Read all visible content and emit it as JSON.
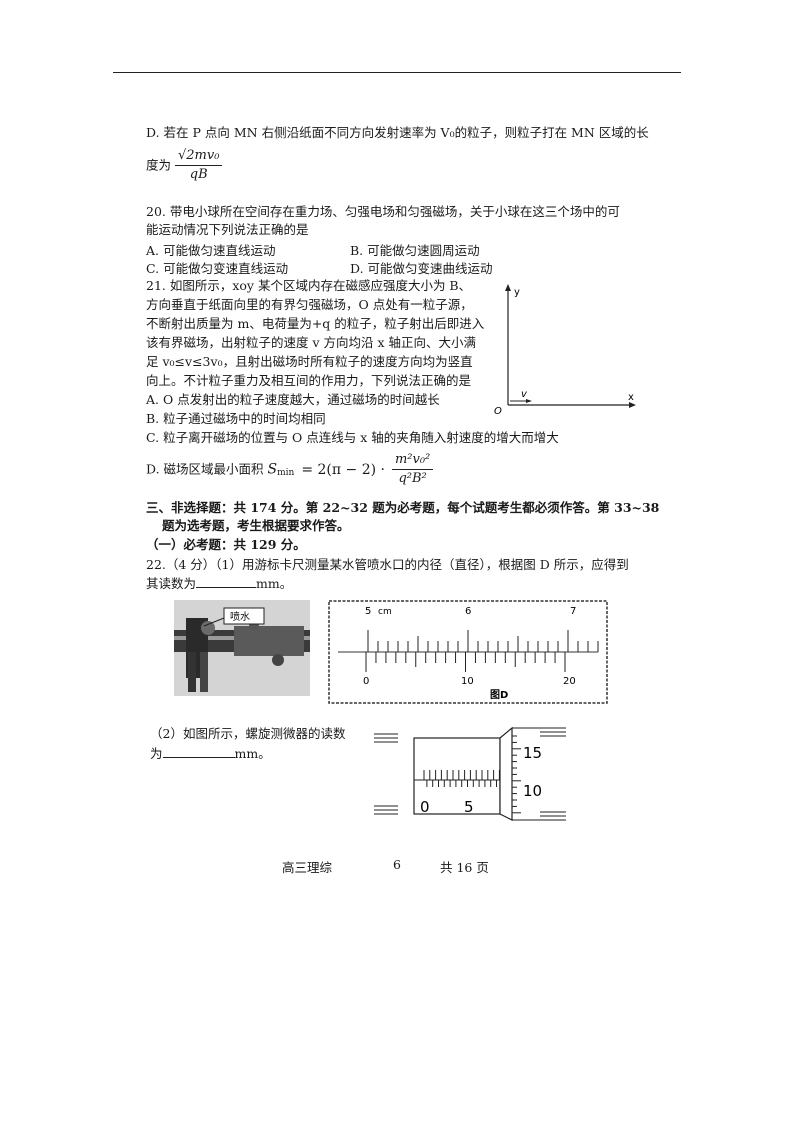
{
  "q19_option_d": {
    "line1": "D. 若在 P 点向 MN 右侧沿纸面不同方向发射速率为 V₀的粒子，则粒子打在 MN 区域的长",
    "prefix": "度为",
    "frac_num": "√2mv₀",
    "frac_den": "qB"
  },
  "q20": {
    "stem_line1": "20. 带电小球所在空间存在重力场、匀强电场和匀强磁场，关于小球在这三个场中的可",
    "stem_line2": "能运动情况下列说法正确的是",
    "options": [
      "A. 可能做匀速直线运动",
      "B. 可能做匀速圆周运动",
      "C. 可能做匀变速直线运动",
      "D. 可能做匀变速曲线运动"
    ]
  },
  "q21": {
    "lines": [
      "21. 如图所示，xoy 某个区域内存在磁感应强度大小为 B、",
      "方向垂直于纸面向里的有界匀强磁场，O 点处有一粒子源，",
      "不断射出质量为 m、电荷量为+q 的粒子，粒子射出后即进入",
      "该有界磁场，出射粒子的速度 v 方向均沿 x 轴正向、大小满",
      "足 v₀≤v≤3v₀，且射出磁场时所有粒子的速度方向均为竖直",
      "向上。不计粒子重力及相互间的作用力，下列说法正确的是"
    ],
    "option_a": "A. O 点发射出的粒子速度越大，通过磁场的时间越长",
    "option_b": "B. 粒子通过磁场中的时间均相同",
    "option_c": "C. 粒子离开磁场的位置与 O 点连线与 x 轴的夹角随入射速度的增大而增大",
    "option_d_prefix": "D. 磁场区域最小面积",
    "option_d_formula": "S",
    "option_d_sub": "min",
    "option_d_eq": "= 2(π − 2) ·",
    "option_d_num": "m²v₀²",
    "option_d_den": "q²B²",
    "axis_y": "y",
    "axis_x": "x",
    "axis_o": "O",
    "axis_v": "v"
  },
  "section3": {
    "line1": "三、非选择题：共 174 分。第 22~32 题为必考题，每个试题考生都必须作答。第 33~38",
    "line2": "题为选考题，考生根据要求作答。",
    "sub": "（一）必考题：共 129 分。"
  },
  "q22": {
    "line1": "22.（4 分）（1）用游标卡尺测量某水管喷水口的内径（直径），根据图 D 所示，应得到",
    "line2_prefix": "其读数为",
    "line2_suffix": "mm。",
    "photo_label": "喷水",
    "vernier": {
      "main_labels": [
        "5",
        "cm",
        "6",
        "7"
      ],
      "vernier_labels": [
        "0",
        "10",
        "20"
      ],
      "caption": "图D"
    },
    "part2_line1": "（2）如图所示，螺旋测微器的读数",
    "part2_prefix": "为",
    "part2_suffix": "mm。",
    "micrometer": {
      "sleeve_labels": [
        "0",
        "5"
      ],
      "thimble_labels": [
        "15",
        "10"
      ]
    }
  },
  "footer": {
    "subject": "高三理综",
    "page": "6",
    "total": "共 16 页"
  }
}
